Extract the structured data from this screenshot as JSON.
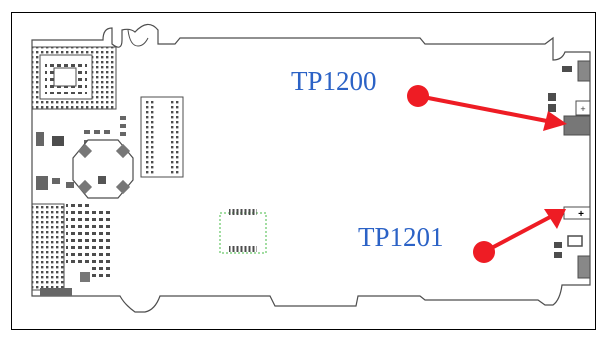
{
  "callouts": [
    {
      "id": "tp1200",
      "label": "TP1200"
    },
    {
      "id": "tp1201",
      "label": "TP1201"
    }
  ],
  "colors": {
    "label": "#2b62c6",
    "arrow": "#ee1c24",
    "outline": "#4d4d4d",
    "pad_dark": "#777777",
    "pad_light": "#c8c8c8",
    "pcb_green": "#44bb44"
  },
  "glyphs": {
    "pad_mark": "+"
  }
}
